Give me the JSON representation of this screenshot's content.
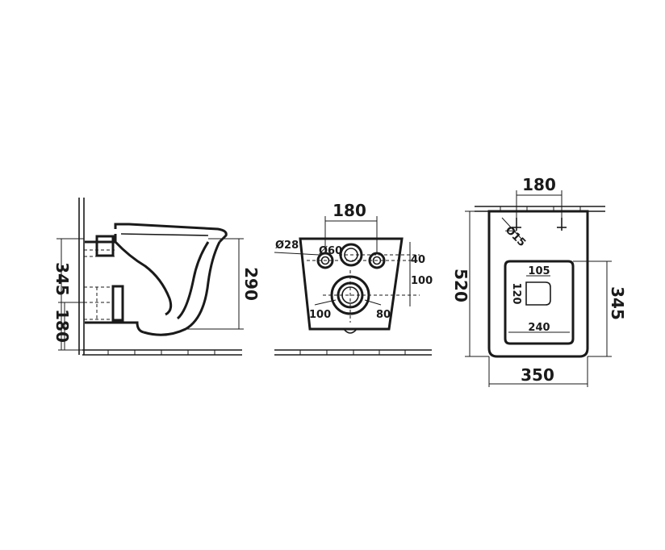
{
  "side_view": {
    "dim_345": "345",
    "dim_180": "180",
    "dim_290": "290"
  },
  "front_view": {
    "dim_180": "180",
    "dia_28": "Ø28",
    "dia_60": "Ø60",
    "dim_40": "40",
    "dim_100_right": "100",
    "dim_100_left": "100",
    "dim_80": "80"
  },
  "top_view": {
    "dim_180": "180",
    "dia_15": "Ø15",
    "dim_520": "520",
    "dim_105": "105",
    "dim_120": "120",
    "dim_240": "240",
    "dim_345": "345",
    "dim_350": "350"
  }
}
